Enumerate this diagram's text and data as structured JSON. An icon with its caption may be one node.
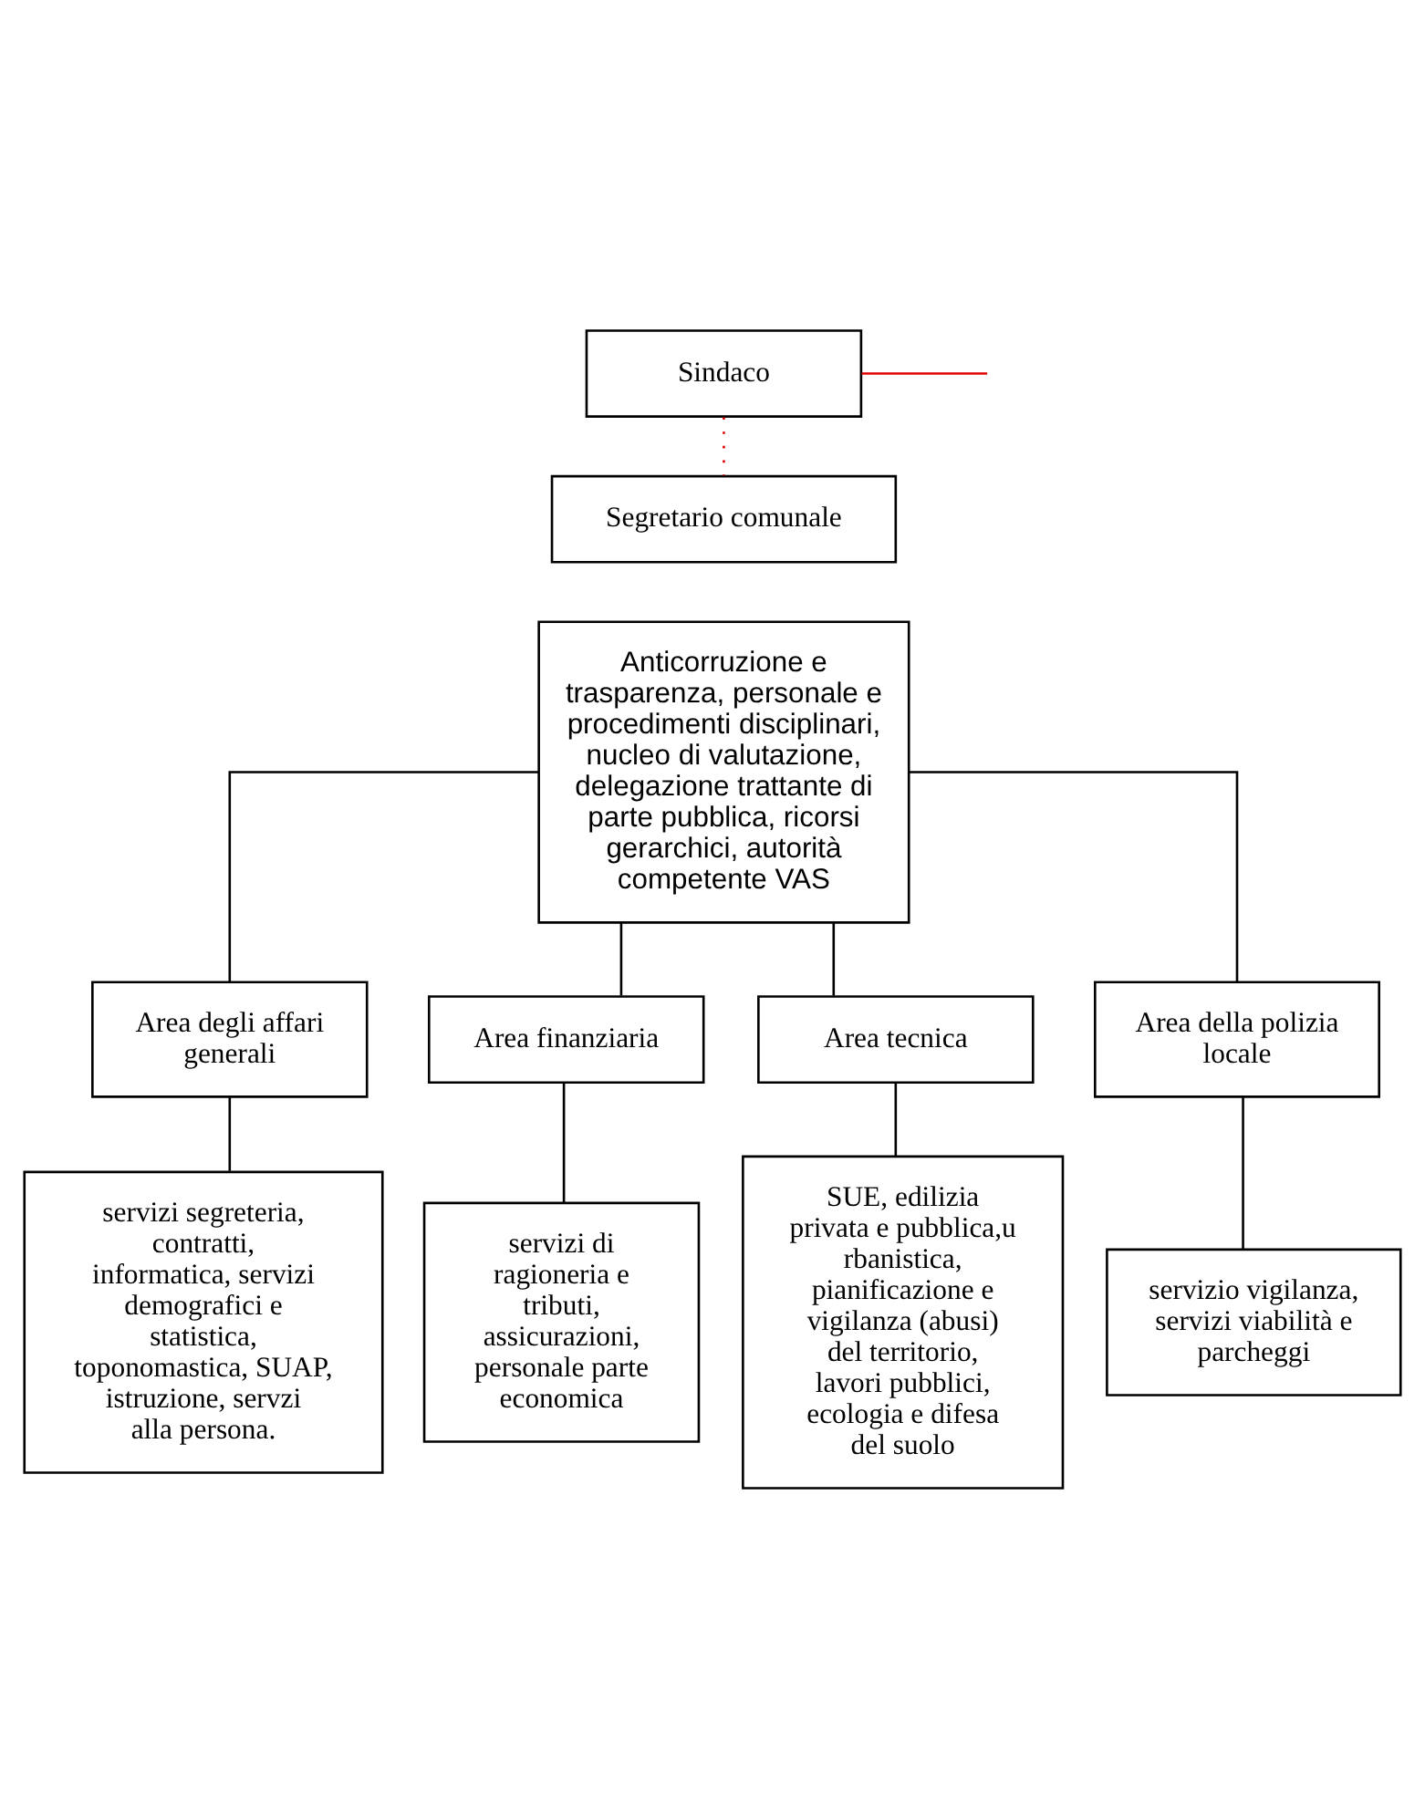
{
  "diagram": {
    "nodes": [
      {
        "text": [
          "Sindaco"
        ]
      },
      {
        "text": [
          "Segretario comunale"
        ]
      },
      {
        "text": [
          "Anticorruzione e trasparenza, personale e procedimenti disciplinari, nucleo di valutazione, delegazione trattante di parte pubblica, ricorsi gerarchici, autorità competente VAS"
        ]
      },
      {
        "text": [
          "Area degli affari generali"
        ]
      },
      {
        "text": [
          "Area finanziaria"
        ]
      },
      {
        "text": [
          "Area tecnica"
        ]
      },
      {
        "text": [
          "Area della polizia locale"
        ]
      },
      {
        "text": [
          "servizi segreteria, contratti, informatica, servizi demografici e statistica, toponomastica, SUAP, istruzione, servzi alla persona."
        ]
      },
      {
        "text": [
          "servizi di ragioneria e tributi, assicurazioni, personale parte economica"
        ]
      },
      {
        "text": [
          "SUE, edilizia privata e pubblica,urbanistica, pianificazione e vigilanza (abusi) del territorio, lavori pubblici, ecologia e difesa del suolo"
        ]
      },
      {
        "text": [
          "servizio vigilanza, servizi viabilità e parcheggi"
        ]
      }
    ],
    "edges": [
      {
        "from": 0,
        "to": 1,
        "arrow": "none",
        "style": "dashed",
        "color": "#e00000"
      },
      {
        "from": 0,
        "to": null,
        "arrow": "none",
        "color": "#e00000"
      },
      {
        "from": 2,
        "to": 3,
        "arrow": "none"
      },
      {
        "from": 2,
        "to": 4,
        "arrow": "none"
      },
      {
        "from": 2,
        "to": 5,
        "arrow": "none"
      },
      {
        "from": 2,
        "to": 6,
        "arrow": "none"
      },
      {
        "from": 3,
        "to": 7,
        "arrow": "none"
      },
      {
        "from": 4,
        "to": 8,
        "arrow": "none"
      },
      {
        "from": 5,
        "to": 9,
        "arrow": "none"
      },
      {
        "from": 6,
        "to": 10,
        "arrow": "none"
      }
    ]
  }
}
